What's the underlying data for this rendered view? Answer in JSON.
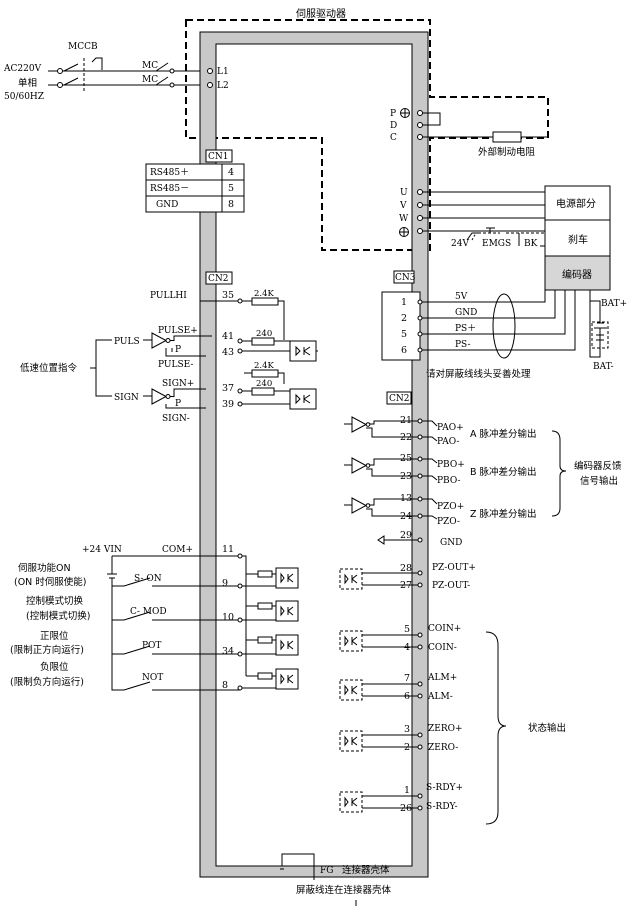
{
  "title": "伺服驱动器",
  "power": {
    "supply_label": "AC220V",
    "phase_label": "单相",
    "freq_label": "50/60HZ",
    "breaker_label": "MCCB",
    "contactor_label_1": "MC",
    "contactor_label_2": "MC",
    "l1": "L1",
    "l2": "L2"
  },
  "regen": {
    "p_label": "P",
    "d_label": "D",
    "c_label": "C",
    "resistor_label": "外部制动电阻"
  },
  "cn1": {
    "label": "CN1",
    "rows": [
      {
        "name": "RS485＋",
        "pin": "4"
      },
      {
        "name": "RS485－",
        "pin": "5"
      },
      {
        "name": "GND",
        "pin": "8"
      }
    ]
  },
  "motor": {
    "u": "U",
    "v": "V",
    "w": "W",
    "power_section": "电源部分",
    "brake": "刹车",
    "encoder": "编码器",
    "brake_supply": "24V",
    "emgs": "EMGS",
    "bk": "BK"
  },
  "cn3": {
    "label": "CN3",
    "pins": [
      {
        "pin": "1",
        "name": "5V"
      },
      {
        "pin": "2",
        "name": "GND"
      },
      {
        "pin": "5",
        "name": "PS＋"
      },
      {
        "pin": "6",
        "name": "PS-"
      }
    ],
    "bat_plus": "BAT+",
    "bat_minus": "BAT-",
    "shield_note": "请对屏蔽线线头妥善处理"
  },
  "cn2_pulse": {
    "label": "CN2",
    "pullhi": "PULLHI",
    "pullhi_pin": "35",
    "r1": "2.4K",
    "r2": "2.4K",
    "puls": "PULS",
    "pulse_plus": "PULSE+",
    "pulse_plus_pin": "41",
    "pulse_minus": "PULSE-",
    "pulse_minus_pin": "43",
    "r240a": "240",
    "sign": "SIGN",
    "sign_plus": "SIGN+",
    "sign_plus_pin": "37",
    "sign_minus": "SIGN-",
    "sign_minus_pin": "39",
    "r240b": "240",
    "p_a": "P",
    "p_b": "P",
    "cmd_label": "低速位置指令"
  },
  "cn2_out": {
    "label": "CN2",
    "rows": [
      {
        "pin": "21",
        "name": "PAO+"
      },
      {
        "pin": "22",
        "name": "PAO-"
      },
      {
        "pin": "25",
        "name": "PBO+"
      },
      {
        "pin": "23",
        "name": "PBO-"
      },
      {
        "pin": "13",
        "name": "PZO+"
      },
      {
        "pin": "24",
        "name": "PZO-"
      },
      {
        "pin": "29",
        "name": "GND"
      }
    ],
    "a_label": "A  脉冲差分输出",
    "b_label": "B  脉冲差分输出",
    "z_label": "Z  脉冲差分输出",
    "feedback_line1": "编码器反馈",
    "feedback_line2": "信号输出"
  },
  "inputs": {
    "vin": "+24 VIN",
    "com": "COM+",
    "com_pin": "11",
    "rows": [
      {
        "desc1": "伺服功能ON",
        "desc2": "(ON 时伺服使能)",
        "name": "S- ON",
        "pin": "9"
      },
      {
        "desc1": "控制模式切换",
        "desc2": "(控制模式切换)",
        "name": "C- MOD",
        "pin": "10"
      },
      {
        "desc1": "正限位",
        "desc2": "(限制正方向运行)",
        "name": "POT",
        "pin": "34"
      },
      {
        "desc1": "负限位",
        "desc2": "(限制负方向运行)",
        "name": "NOT",
        "pin": "8"
      }
    ]
  },
  "outputs": {
    "rows": [
      {
        "pin_a": "28",
        "pin_b": "27",
        "name_a": "PZ-OUT+",
        "name_b": "PZ-OUT-"
      },
      {
        "pin_a": "5",
        "pin_b": "4",
        "name_a": "COIN+",
        "name_b": "COIN-"
      },
      {
        "pin_a": "7",
        "pin_b": "6",
        "name_a": "ALM+",
        "name_b": "ALM-"
      },
      {
        "pin_a": "3",
        "pin_b": "2",
        "name_a": "ZERO+",
        "name_b": "ZERO-"
      },
      {
        "pin_a": "1",
        "pin_b": "26",
        "name_a": "S-RDY+",
        "name_b": "S-RDY-"
      }
    ],
    "status_label": "状态输出"
  },
  "ground": {
    "fg": "FG",
    "shell": "连接器壳体",
    "note": "屏蔽线连在连接器壳体"
  },
  "colors": {
    "frame_grey": "#c8c8c8",
    "line": "#000000"
  }
}
